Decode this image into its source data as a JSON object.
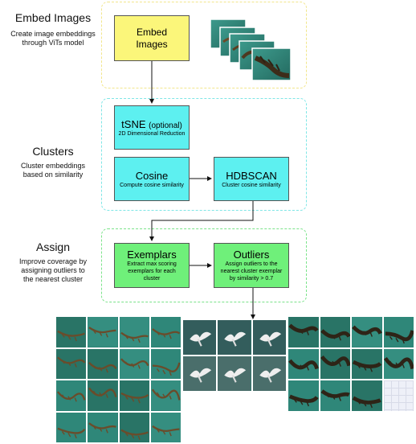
{
  "sections": {
    "embed": {
      "title": "Embed Images",
      "desc_line1": "Create image embeddings",
      "desc_line2": "through ViTs model"
    },
    "clusters": {
      "title": "Clusters",
      "desc_line1": "Cluster embeddings",
      "desc_line2": "based on similarity"
    },
    "assign": {
      "title": "Assign",
      "desc_line1": "Improve coverage by",
      "desc_line2": "assigning outliers to",
      "desc_line3": "the nearest cluster"
    }
  },
  "boxes": {
    "embed_images": {
      "line1": "Embed",
      "line2": "Images"
    },
    "tsne": {
      "title": "tSNE",
      "optional": "(optional)",
      "sub": "2D Dimensional Reduction"
    },
    "cosine": {
      "title": "Cosine",
      "sub": "Compute cosine similarity"
    },
    "hdbscan": {
      "title": "HDBSCAN",
      "sub": "Cluster cosine similarity"
    },
    "exemplars": {
      "title": "Exemplars",
      "sub1": "Extract max scoring",
      "sub2": "exemplars for each",
      "sub3": "cluster"
    },
    "outliers": {
      "title": "Outliers",
      "sub1": "Assign outliers to the",
      "sub2": "nearest cluster exemplar",
      "sub3": "by similarity > 0.7"
    }
  },
  "colors": {
    "embed_box": "#fbf67a",
    "cyan_box": "#5df0f0",
    "green_box": "#6ff07a",
    "embed_group_border": "#f2e68c",
    "cluster_group_border": "#7fe6e6",
    "assign_group_border": "#7be38a",
    "water": "#2c7f73"
  },
  "icons": {
    "image_stack": "stacked-underwater-images-icon",
    "cluster_tiles": "underwater-image-thumbnail"
  }
}
